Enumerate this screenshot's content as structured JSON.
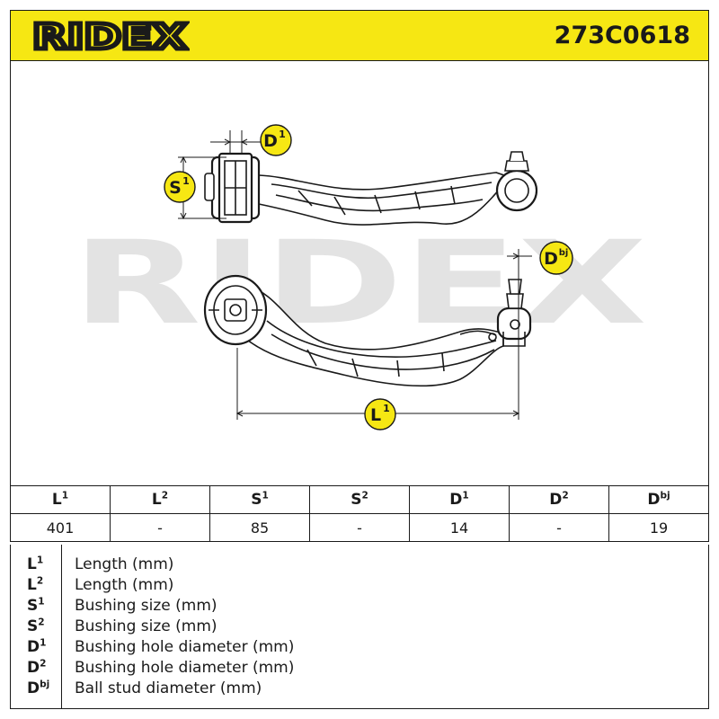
{
  "brand": "RIDEX",
  "part_number": "273C0618",
  "watermark": "RIDEX",
  "dimension_labels": {
    "d1": {
      "base": "D",
      "sup": "1"
    },
    "s1": {
      "base": "S",
      "sup": "1"
    },
    "dbj": {
      "base": "D",
      "sup": "bj"
    },
    "l1": {
      "base": "L",
      "sup": "1"
    }
  },
  "table": {
    "headers": [
      {
        "base": "L",
        "sup": "1"
      },
      {
        "base": "L",
        "sup": "2"
      },
      {
        "base": "S",
        "sup": "1"
      },
      {
        "base": "S",
        "sup": "2"
      },
      {
        "base": "D",
        "sup": "1"
      },
      {
        "base": "D",
        "sup": "2"
      },
      {
        "base": "D",
        "sup": "bj"
      }
    ],
    "values": [
      "401",
      "-",
      "85",
      "-",
      "14",
      "-",
      "19"
    ]
  },
  "legend": [
    {
      "base": "L",
      "sup": "1",
      "desc": "Length (mm)"
    },
    {
      "base": "L",
      "sup": "2",
      "desc": "Length (mm)"
    },
    {
      "base": "S",
      "sup": "1",
      "desc": "Bushing size (mm)"
    },
    {
      "base": "S",
      "sup": "2",
      "desc": "Bushing size (mm)"
    },
    {
      "base": "D",
      "sup": "1",
      "desc": "Bushing hole diameter (mm)"
    },
    {
      "base": "D",
      "sup": "2",
      "desc": "Bushing hole diameter (mm)"
    },
    {
      "base": "D",
      "sup": "bj",
      "desc": "Ball stud diameter (mm)"
    }
  ],
  "colors": {
    "accent": "#f6e713",
    "ink": "#1a1a1a",
    "watermark": "#e3e3e3"
  }
}
